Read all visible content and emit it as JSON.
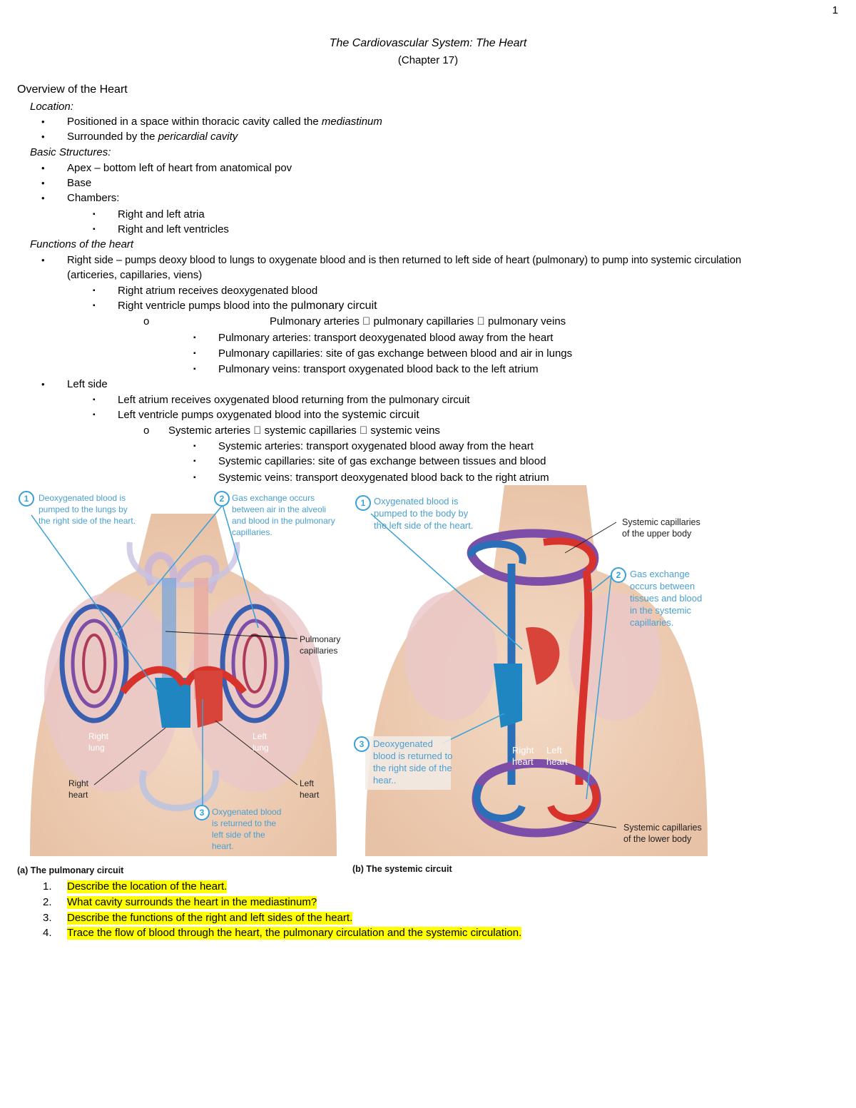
{
  "page_number": "1",
  "title": "The Cardiovascular System:  The Heart",
  "subtitle": "(Chapter 17)",
  "overview_heading": "Overview of the Heart",
  "location_label": "Location:",
  "location_items": [
    {
      "pre": "Positioned in a space within thoracic cavity called the ",
      "em": "mediastinum"
    },
    {
      "pre": "Surrounded by the ",
      "em": "pericardial cavity"
    }
  ],
  "basic_label": "Basic Structures:",
  "basic_items": [
    "Apex – bottom left of heart from anatomical pov",
    "Base",
    "Chambers:"
  ],
  "chamber_items": [
    "Right and left atria",
    "Right and left ventricles"
  ],
  "functions_label": "Functions of the heart",
  "right_side_line1": "Right side – pumps deoxy blood to lungs to oxygenate blood and is then returned to left side of heart (pulmonary) to pump into systemic circulation",
  "right_side_line2": "(articeries, capillaries, viens)",
  "right_sub": [
    "Right atrium receives deoxygenated blood"
  ],
  "right_ventricle_pre": "Right ventricle pumps blood into the ",
  "right_ventricle_key": "pulmonary circuit",
  "pulm_flow": "Pulmonary arteries  pulmonary capillaries  pulmonary veins",
  "pulm_items": [
    "Pulmonary arteries:  transport deoxygenated blood away from the heart",
    "Pulmonary capillaries:  site of gas exchange between blood and air in lungs",
    "Pulmonary veins: transport oxygenated blood back to the left atrium"
  ],
  "left_side": "Left side",
  "left_atrium": "Left atrium receives oxygenated blood returning from the pulmonary circuit",
  "left_ventricle_pre": "Left ventricle pumps oxygenated blood into the ",
  "left_ventricle_key": "systemic circuit",
  "sys_flow": "Systemic arteries  systemic capillaries  systemic veins",
  "sys_items": [
    "Systemic arteries: transport oxygenated blood away from the heart",
    "Systemic capillaries:  site of gas exchange between tissues and blood",
    "Systemic veins: transport deoxygenated blood back to the right atrium"
  ],
  "bullet_char": "•",
  "square_char": "▪",
  "o_char": "o",
  "figure_a": {
    "step1": [
      "Deoxygenated blood is",
      "pumped to the lungs by",
      "the right side of the heart."
    ],
    "step2": [
      "Gas exchange occurs",
      "between air in the alveoli",
      "and blood in the pulmonary",
      "capillaries."
    ],
    "step3": [
      "Oxygenated blood",
      "is returned to the",
      "left side of the",
      "heart."
    ],
    "pulm_cap": [
      "Pulmonary",
      "capillaries"
    ],
    "right_lung": [
      "Right",
      "lung"
    ],
    "left_lung": [
      "Left",
      "lung"
    ],
    "right_heart": [
      "Right",
      "heart"
    ],
    "left_heart": [
      "Left",
      "heart"
    ],
    "caption": "(a) The pulmonary circuit"
  },
  "figure_b": {
    "step1": [
      "Oxygenated blood is",
      "pumped to the body by",
      "the left side of the heart."
    ],
    "step2": [
      "Gas exchange",
      "occurs between",
      "tissues and blood",
      "in the systemic",
      "capillaries."
    ],
    "step3": [
      "Deoxygenated",
      "blood is returned to",
      "the right side of the",
      "hear.."
    ],
    "upper": [
      "Systemic capillaries",
      "of the upper body"
    ],
    "lower": [
      "Systemic capillaries",
      "of the lower body"
    ],
    "right_heart": [
      "Right",
      "heart"
    ],
    "left_heart": [
      "Left",
      "heart"
    ],
    "caption": "(b) The systemic circuit"
  },
  "step_numbers": [
    "1",
    "2",
    "3"
  ],
  "questions": [
    {
      "n": "1.",
      "text": "Describe the location of the heart."
    },
    {
      "n": "2.",
      "text": "What cavity surrounds the heart in the mediastinum?"
    },
    {
      "n": "3.",
      "text": "Describe the functions of the right and left sides of the heart."
    },
    {
      "n": "4.",
      "text": "Trace the flow of blood through the heart, the pulmonary circulation and the systemic circulation."
    }
  ],
  "colors": {
    "oxygenated": "#d8322d",
    "deoxygenated": "#2b6fb8",
    "mixed": "#8a4fa8",
    "highlight": "#ffff00",
    "callout": "#3aa0d8"
  }
}
